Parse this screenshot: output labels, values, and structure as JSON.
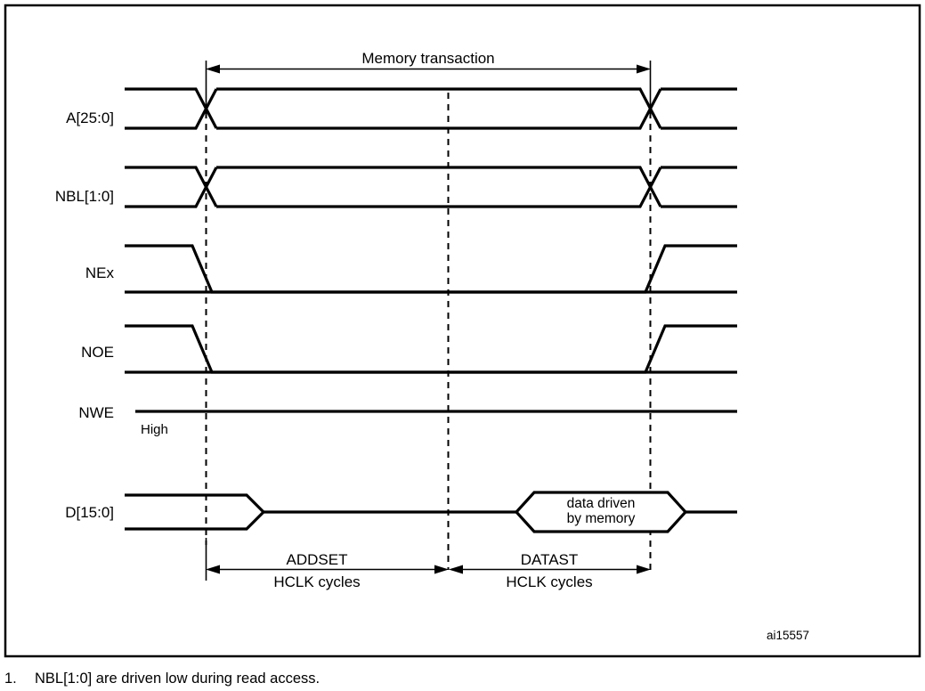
{
  "figure": {
    "id_label": "ai15557",
    "transaction_label": "Memory transaction",
    "signals": [
      {
        "name": "A[25:0]",
        "type": "bus",
        "note": ""
      },
      {
        "name": "NBL[1:0]",
        "type": "bus",
        "note": ""
      },
      {
        "name": "NEx",
        "type": "strobe",
        "note": ""
      },
      {
        "name": "NOE",
        "type": "strobe",
        "note": ""
      },
      {
        "name": "NWE",
        "type": "static",
        "note": "High"
      },
      {
        "name": "D[15:0]",
        "type": "data",
        "note": ""
      }
    ],
    "data_box": {
      "line1": "data driven",
      "line2": "by memory"
    },
    "timings": [
      {
        "name": "ADDSET",
        "units": "HCLK cycles"
      },
      {
        "name": "DATAST",
        "units": "HCLK cycles"
      }
    ],
    "colors": {
      "ink": "#000000",
      "background": "#ffffff"
    }
  },
  "footnote": {
    "number": "1.",
    "text": "NBL[1:0] are driven low during read access."
  }
}
